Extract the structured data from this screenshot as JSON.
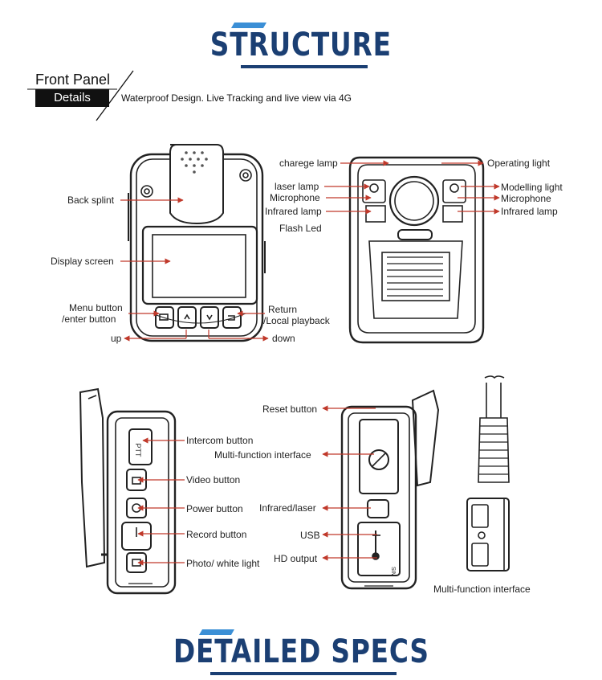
{
  "header": {
    "title": "STRUCTURE"
  },
  "front_panel": {
    "heading": "Front Panel",
    "tag": "Details",
    "description": "Waterproof Design. Live Tracking and live view via 4G"
  },
  "front_labels": {
    "back_splint": "Back splint",
    "display_screen": "Display screen",
    "menu_button": "Menu button",
    "enter_button": "/enter button",
    "up": "up",
    "down": "down",
    "return": "Return",
    "local_playback": "/Local playback"
  },
  "back_labels": {
    "charge_lamp": "charege lamp",
    "operating_light": "Operating light",
    "laser_lamp": "laser lamp",
    "modelling_light": "Modelling light",
    "microphone_left": "Microphone",
    "microphone_right": "Microphone",
    "infrared_left": "Infrared lamp",
    "infrared_right": "Infrared lamp",
    "flash_led": "Flash Led"
  },
  "side_left_labels": {
    "intercom": "Intercom button",
    "video": "Video button",
    "power": "Power button",
    "record": "Record button",
    "photo": "Photo/ white light"
  },
  "side_right_labels": {
    "reset": "Reset button",
    "multi": "Multi-function interface",
    "infrared_laser": "Infrared/laser",
    "usb": "USB",
    "hd": "HD output"
  },
  "cable": {
    "caption": "Multi-function interface"
  },
  "device_text": {
    "ptt": "PTT",
    "sim": "SIM"
  },
  "footer": {
    "title": "DETAILED SPECS"
  },
  "colors": {
    "brand_blue": "#1b3f73",
    "accent_blue": "#3b8fd6",
    "arrow_red": "#c0392b"
  }
}
